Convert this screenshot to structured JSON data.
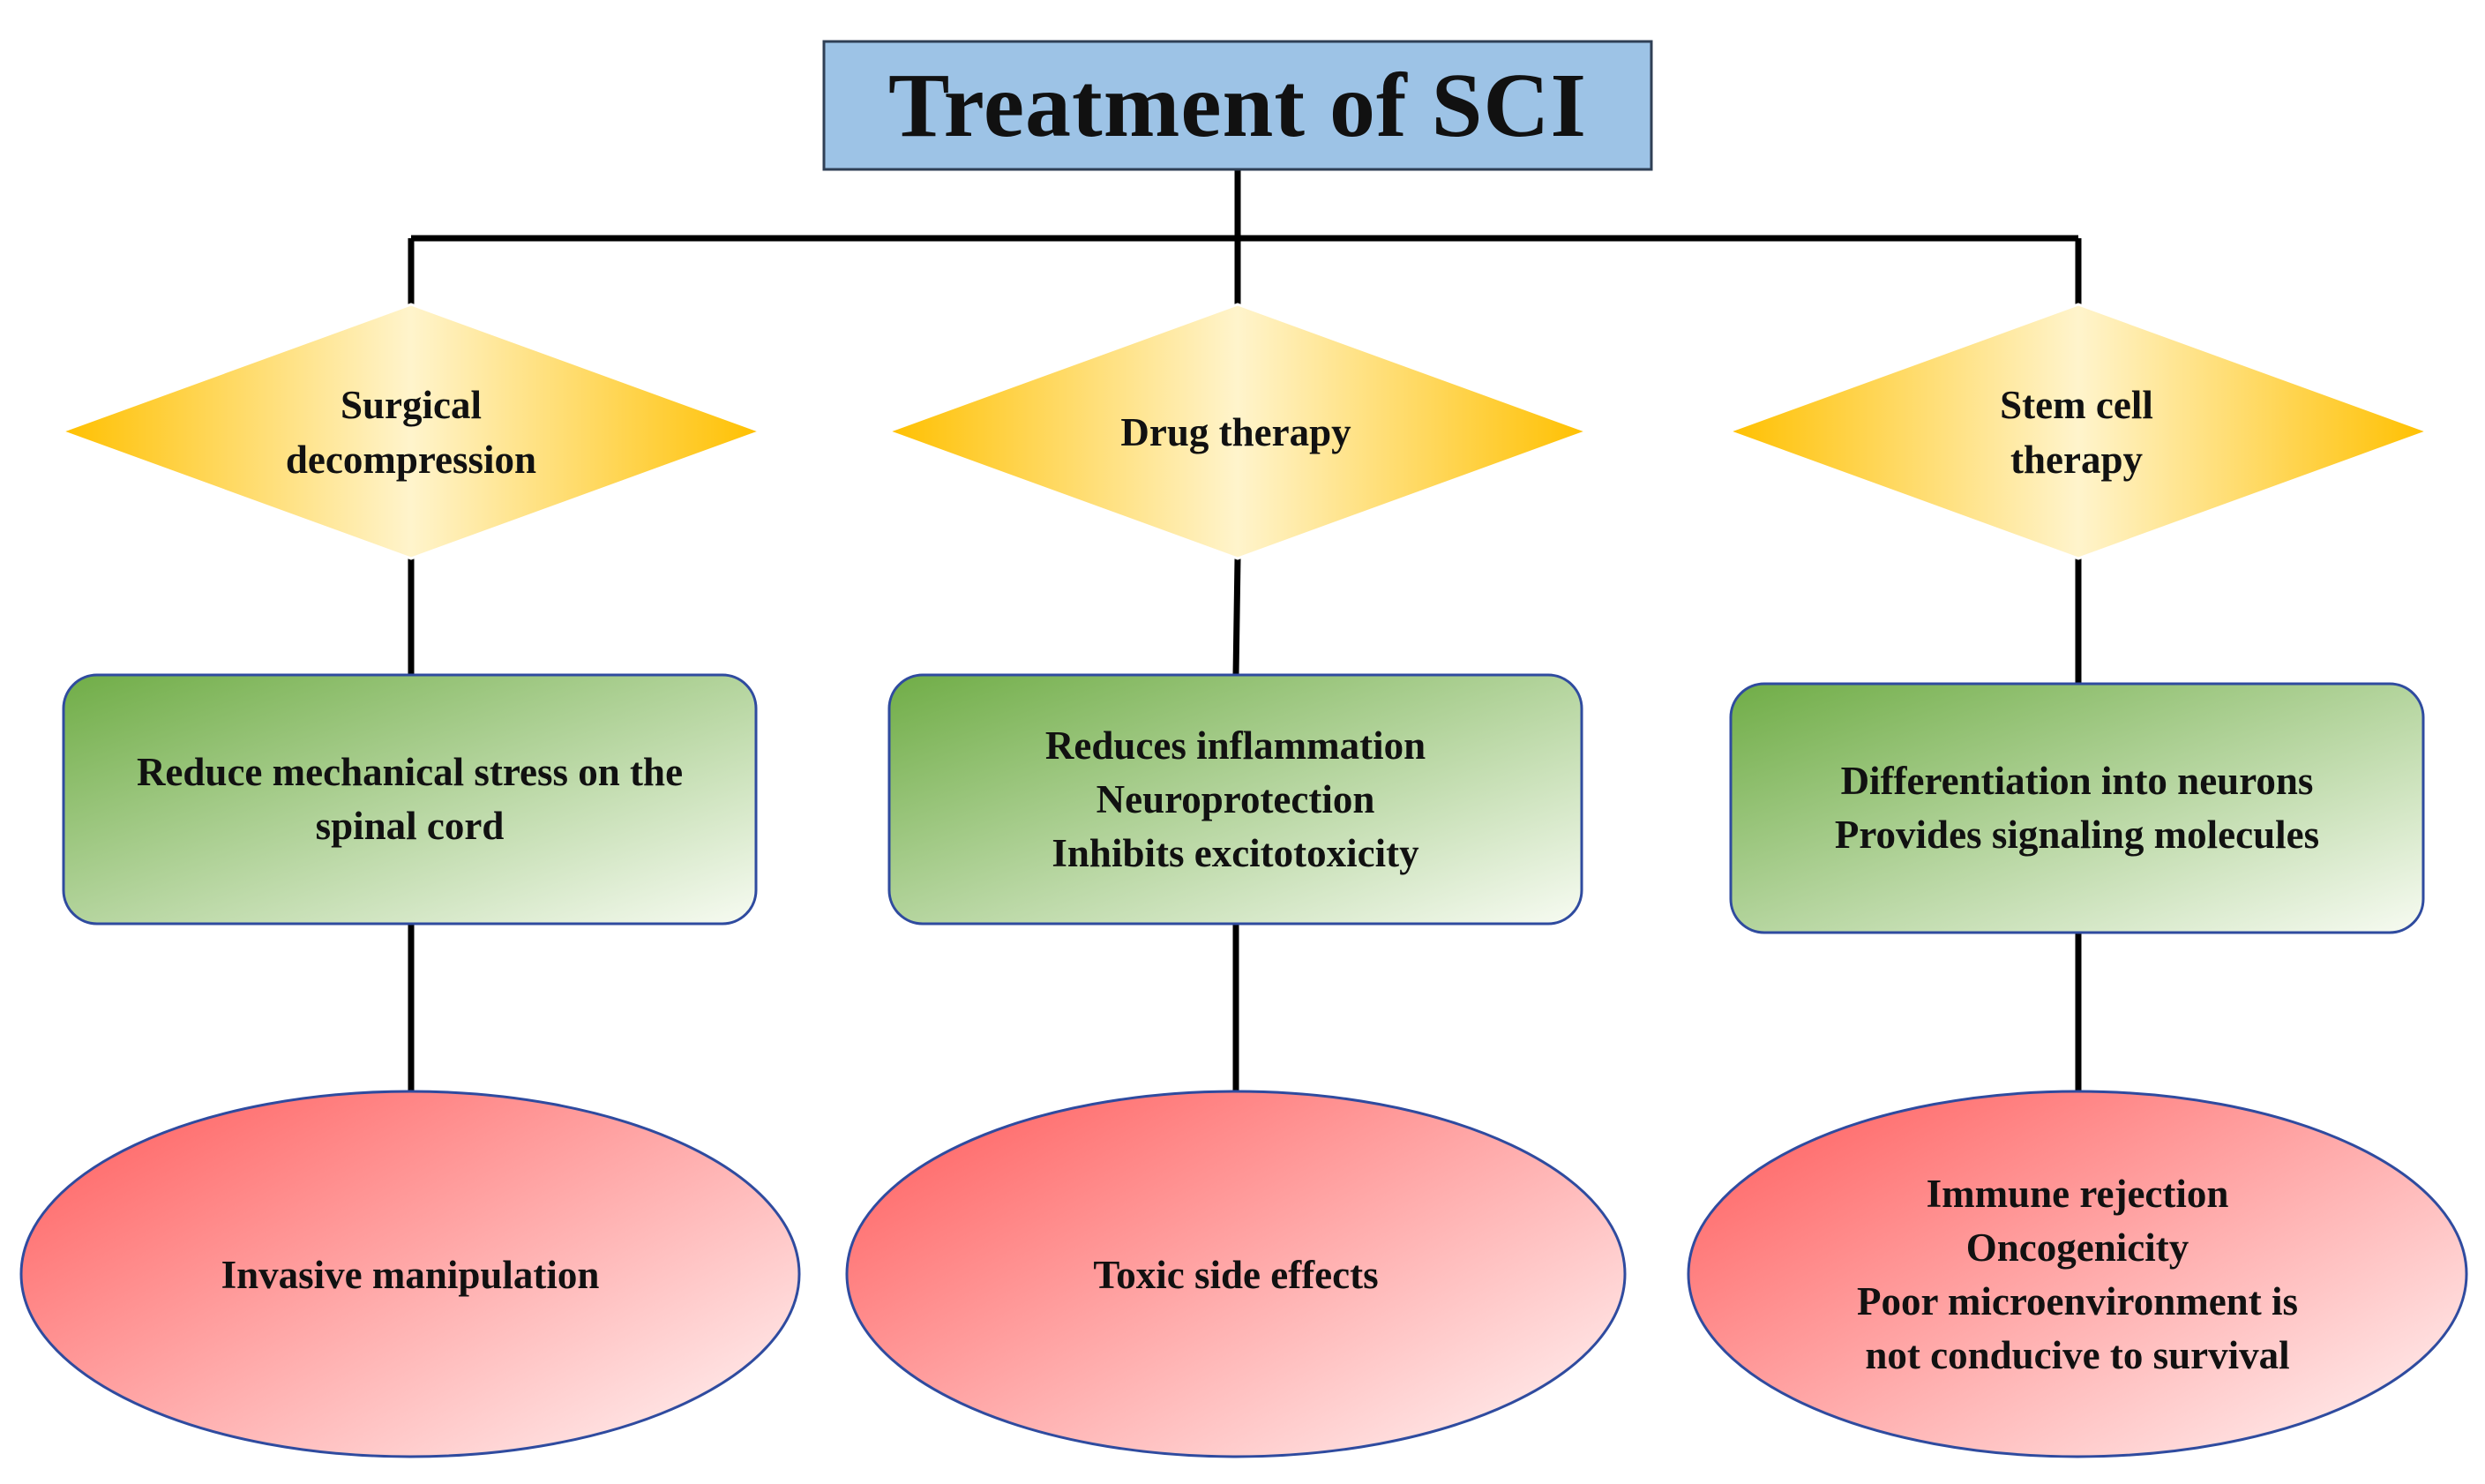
{
  "title": "Treatment of SCI",
  "colors": {
    "title_fill": "#9dc3e6",
    "title_border": "#2f3f55",
    "diamond_light": "#fff4cc",
    "diamond_dark": "#ffc000",
    "rect_dark": "#70ad47",
    "rect_light": "#f7fbf2",
    "ellipse_dark": "#ff5b5b",
    "ellipse_light": "#fff0f0",
    "shape_border": "#2f4b9f",
    "connector": "#000000"
  },
  "branches": [
    {
      "method": [
        "Surgical",
        "decompression"
      ],
      "mechanism": [
        "Reduce mechanical stress on the",
        "spinal cord"
      ],
      "limitation": [
        "Invasive manipulation"
      ]
    },
    {
      "method": [
        "Drug therapy"
      ],
      "mechanism": [
        "Reduces inflammation",
        "Neuroprotection",
        "Inhibits excitotoxicity"
      ],
      "limitation": [
        "Toxic side effects"
      ]
    },
    {
      "method": [
        "Stem cell",
        "therapy"
      ],
      "mechanism": [
        "Differentiation into neurons",
        "Provides signaling molecules"
      ],
      "limitation": [
        "Immune rejection",
        "Oncogenicity",
        "Poor microenvironment is",
        "not conducive to survival"
      ]
    }
  ]
}
